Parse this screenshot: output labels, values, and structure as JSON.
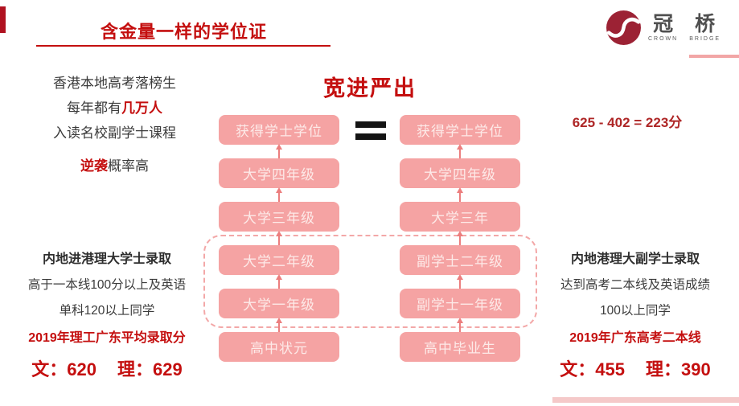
{
  "title": {
    "text": "含金量一样的学位证"
  },
  "logo": {
    "char1": "冠",
    "sub1": "CROWN",
    "char2": "桥",
    "sub2": "BRIDGE"
  },
  "intro": {
    "line1": "香港本地高考落榜生",
    "line2_pre": "每年都有",
    "line2_em": "几万人",
    "line3": "入读名校副学士课程",
    "line4_em": "逆袭",
    "line4_post": "概率高"
  },
  "center": {
    "heading": "宽进严出",
    "relation": "=",
    "formula": "625 - 402 = 223分"
  },
  "flow": {
    "left": [
      "获得学士学位",
      "大学四年级",
      "大学三年级",
      "大学二年级",
      "大学一年级",
      "高中状元"
    ],
    "right": [
      "获得学士学位",
      "大学四年级",
      "大学三年",
      "副学士二年级",
      "副学士一年级",
      "高中毕业生"
    ]
  },
  "left_panel": {
    "title": "内地进港理大学士录取",
    "line1": "高于一本线100分以上及英语",
    "line2": "单科120以上同学",
    "highlight": "2019年理工广东平均录取分",
    "score_wen": "文：620",
    "score_li": "理：629"
  },
  "right_panel": {
    "title": "内地港理大副学士录取",
    "line1": "达到高考二本线及英语成绩",
    "line2": "100以上同学",
    "highlight": "2019年广东高考二本线",
    "score_wen": "文：455",
    "score_li": "理：390"
  },
  "colors": {
    "accent_red": "#c40f0f",
    "formula_red": "#ae2626",
    "box_pink": "#f5a3a3",
    "box_text_pink": "#fdeae8",
    "arrow_pink": "#ec7e7e",
    "dashed_pink": "#f3a8a8",
    "logo_red": "#9c2234",
    "text_dark": "#3b3b3b"
  }
}
